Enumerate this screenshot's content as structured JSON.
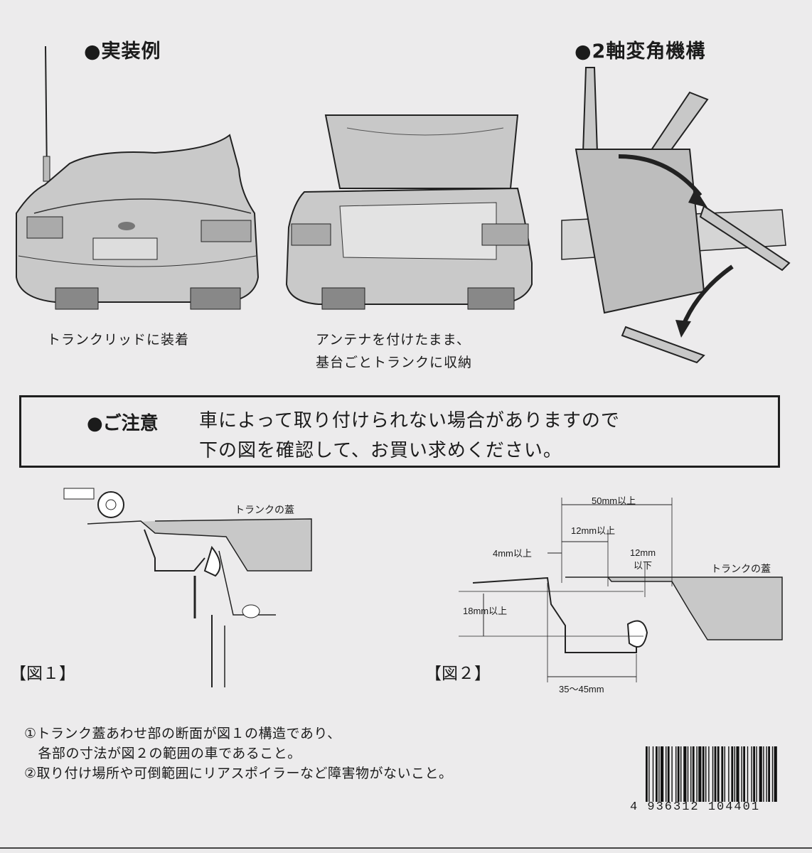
{
  "headings": {
    "install_example": "●実装例",
    "mechanism": "●2軸変角機構"
  },
  "captions": {
    "trunk_lid": "トランクリッドに装着",
    "stow_line1": "アンテナを付けたまま、",
    "stow_line2": "基台ごとトランクに収納"
  },
  "notice": {
    "label": "●ご注意",
    "line1": "車によって取り付けられない場合がありますので",
    "line2": "下の図を確認して、お買い求めください。"
  },
  "figure1": {
    "label": "【図１】",
    "lid_label": "トランクの蓋"
  },
  "figure2": {
    "label": "【図２】",
    "lid_label": "トランクの蓋",
    "dim_50": "50mm以上",
    "dim_12a": "12mm以上",
    "dim_4": "4mm以上",
    "dim_12b_line1": "12mm",
    "dim_12b_line2": "以下",
    "dim_18": "18mm以上",
    "dim_35": "35～45mm"
  },
  "requirements": {
    "line1": "①トランク蓋あわせ部の断面が図１の構造であり、",
    "line2": "　各部の寸法が図２の範囲の車であること。",
    "line3": "②取り付け場所や可倒範囲にリアスポイラーなど障害物がないこと。"
  },
  "barcode": {
    "digits": "4 936312 104401"
  }
}
